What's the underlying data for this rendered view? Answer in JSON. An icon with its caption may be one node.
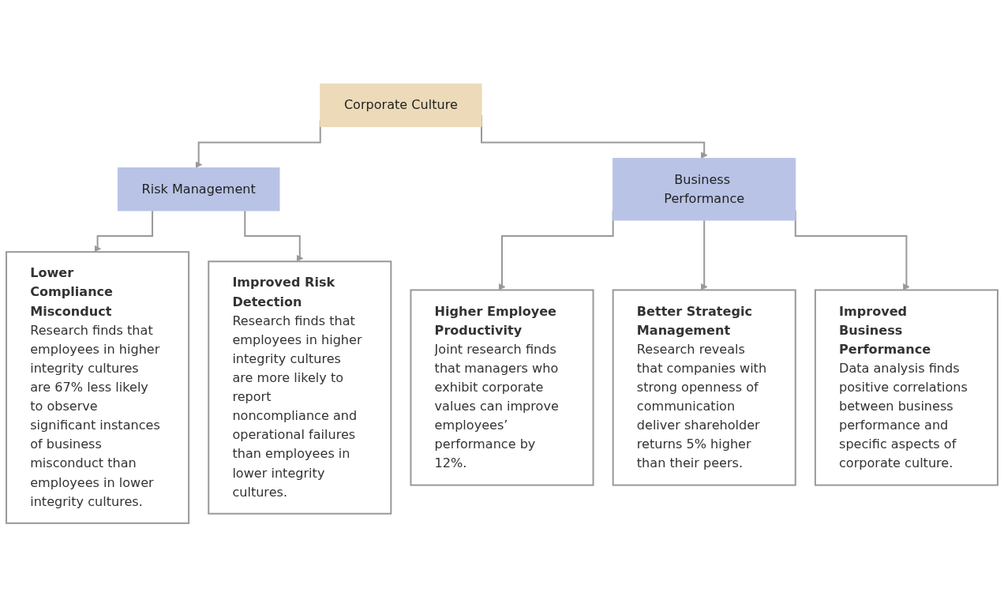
{
  "diagram": {
    "nodes": [
      {
        "text": [
          "Corporate Culture"
        ]
      },
      {
        "text": [
          "Risk Management"
        ]
      },
      {
        "text": [
          "Business Performance"
        ]
      },
      {
        "text": [
          "Lower Compliance Misconduct",
          "Research finds that employees in higher integrity cultures are 67% less likely to observe significant instances of business misconduct than employees in lower integrity cultures."
        ]
      },
      {
        "text": [
          "Improved Risk Detection",
          "Research finds that employees in higher integrity cultures are more likely to report noncompliance and operational failures than employees in lower integrity cultures."
        ]
      },
      {
        "text": [
          "Higher Employee Productivity",
          "Joint research finds that managers who exhibit corporate values can improve employees’ performance by 12%."
        ]
      },
      {
        "text": [
          "Better Strategic Management",
          "Research reveals that companies with strong openness of communication deliver shareholder returns 5% higher than their peers."
        ]
      },
      {
        "text": [
          "Improved Business Performance",
          "Data analysis finds positive correlations between business performance and specific aspects of corporate culture."
        ]
      }
    ],
    "edges": [
      {
        "from": 0,
        "to": 1,
        "arrow": "to"
      },
      {
        "from": 0,
        "to": 2,
        "arrow": "to"
      },
      {
        "from": 1,
        "to": 3,
        "arrow": "to"
      },
      {
        "from": 1,
        "to": 4,
        "arrow": "to"
      },
      {
        "from": 2,
        "to": 5,
        "arrow": "to"
      },
      {
        "from": 2,
        "to": 6,
        "arrow": "to"
      },
      {
        "from": 2,
        "to": 7,
        "arrow": "to"
      }
    ]
  }
}
